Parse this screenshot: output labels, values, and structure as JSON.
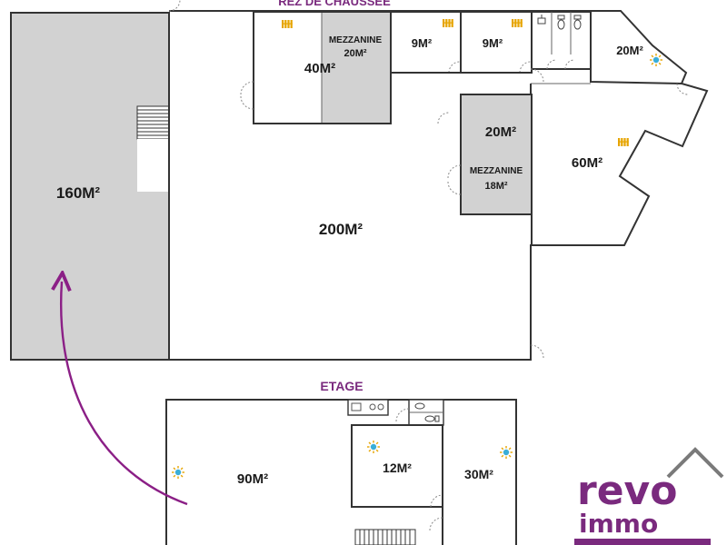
{
  "colors": {
    "accent": "#8b1f86",
    "grey_fill": "#d2d2d2",
    "wall": "#333333",
    "radiator": "#e6a400",
    "sun": "#3aaed8"
  },
  "headings": {
    "ground": "REZ DE CHAUSSEE",
    "upper": "ETAGE"
  },
  "rooms": {
    "r160": "160M²",
    "r200": "200M²",
    "r40": "40M²",
    "mezz1_title": "MEZZANINE",
    "mezz1_area": "20M²",
    "r9a": "9M²",
    "r9b": "9M²",
    "r20a": "20M²",
    "r20b": "20M²",
    "mezz2_title": "MEZZANINE",
    "mezz2_area": "18M²",
    "r60": "60M²",
    "r90": "90M²",
    "r12": "12M²",
    "r30": "30M²"
  },
  "icons": {
    "radiator": "radiator-icon",
    "air_conditioner": "air-conditioner-icon",
    "toilet": "toilet-icon",
    "sink": "sink-icon",
    "stairs": "stairs-icon",
    "arrow": "curved-arrow-icon"
  },
  "brand": {
    "line1": "revo",
    "line2": "immo"
  }
}
